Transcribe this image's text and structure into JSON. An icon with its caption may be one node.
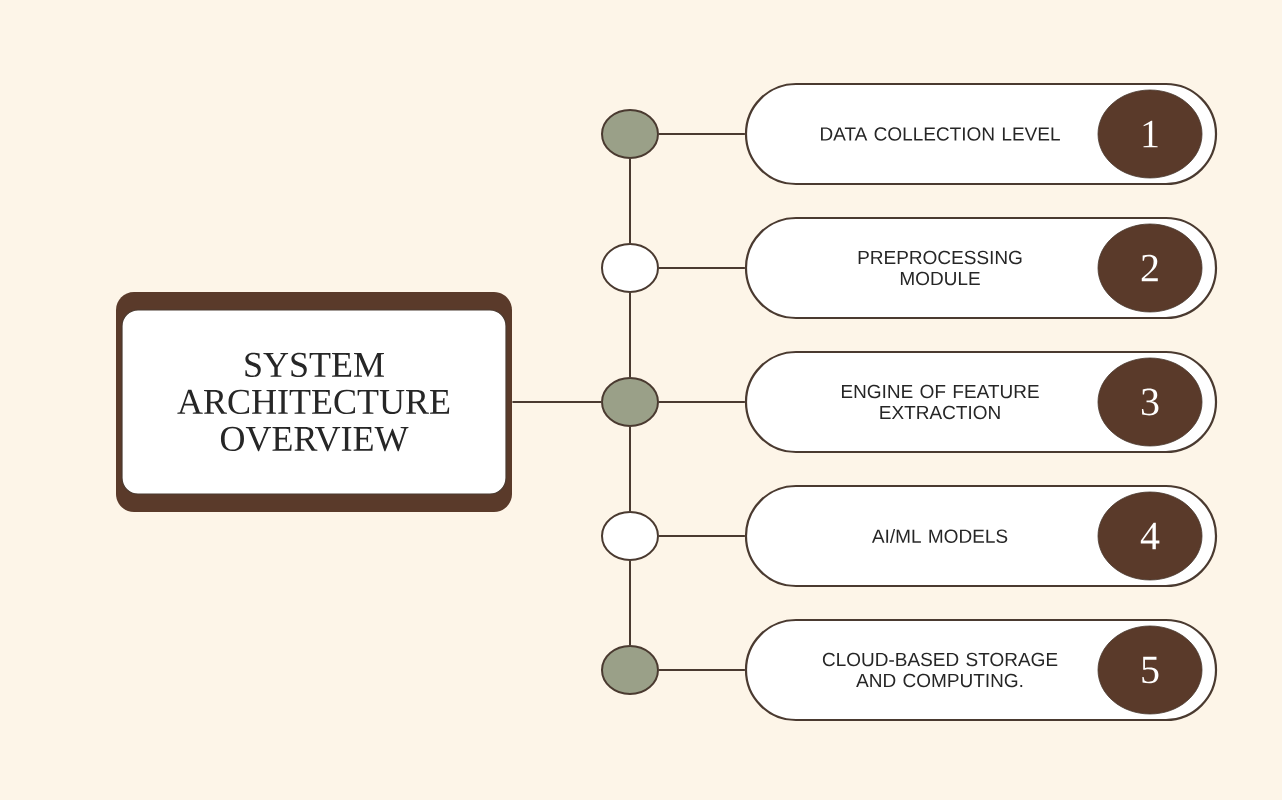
{
  "diagram": {
    "nodes": [
      {
        "text": [
          "SYSTEM ARCHITECTURE OVERVIEW"
        ]
      },
      {
        "text": [],
        "shape": "circle"
      },
      {
        "text": [],
        "shape": "circle"
      },
      {
        "text": [],
        "shape": "circle"
      },
      {
        "text": [],
        "shape": "circle"
      },
      {
        "text": [],
        "shape": "circle"
      },
      {
        "text": [
          "DATA COLLECTION LEVEL",
          "1"
        ]
      },
      {
        "text": [
          "PREPROCESSING MODULE",
          "2"
        ]
      },
      {
        "text": [
          "ENGINE OF FEATURE EXTRACTION",
          "3"
        ]
      },
      {
        "text": [
          "AI/ML MODELS",
          "4"
        ]
      },
      {
        "text": [
          "CLOUD-BASED STORAGE AND COMPUTING.",
          "5"
        ]
      }
    ],
    "edges": [
      {
        "from": 0,
        "to": 3,
        "arrow": "none"
      },
      {
        "from": 1,
        "to": 2,
        "arrow": "none"
      },
      {
        "from": 2,
        "to": 3,
        "arrow": "none"
      },
      {
        "from": 3,
        "to": 4,
        "arrow": "none"
      },
      {
        "from": 4,
        "to": 5,
        "arrow": "none"
      },
      {
        "from": 1,
        "to": 6,
        "arrow": "none"
      },
      {
        "from": 2,
        "to": 7,
        "arrow": "none"
      },
      {
        "from": 3,
        "to": 8,
        "arrow": "none"
      },
      {
        "from": 4,
        "to": 9,
        "arrow": "none"
      },
      {
        "from": 5,
        "to": 10,
        "arrow": "none"
      }
    ]
  }
}
